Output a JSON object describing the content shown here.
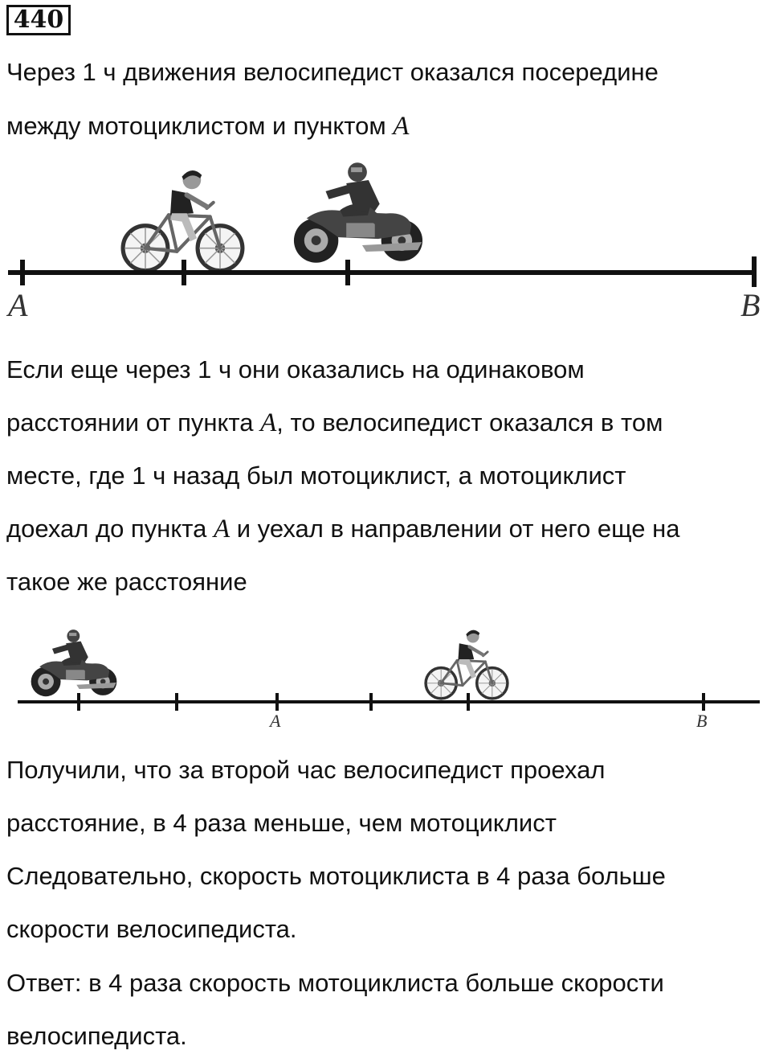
{
  "problem_number": "440",
  "para1": {
    "line1": "Через 1 ч движения велосипедист оказался посередине",
    "line2_text": "между мотоциклистом и пунктом ",
    "line2_var": "A"
  },
  "diagram1": {
    "label_left": "A",
    "label_right": "B"
  },
  "para2": {
    "line1": "Если еще через 1 ч они оказались на одинаковом",
    "line2_a": "расстоянии от пункта ",
    "line2_var": "A",
    "line2_b": ", то велосипедист оказался в том",
    "line3": "месте, где 1 ч назад был мотоциклист, а мотоциклист",
    "line4_a": "доехал до пункта ",
    "line4_var": "A",
    "line4_b": " и уехал в направлении от него еще на",
    "line5": "такое же расстояние"
  },
  "diagram2": {
    "label_a": "A",
    "label_b": "B"
  },
  "para3": {
    "line1": "Получили, что за второй час велосипедист проехал",
    "line2": "расстояние, в 4 раза меньше, чем мотоциклист",
    "line3": "Следовательно, скорость мотоциклиста в 4 раза больше",
    "line4": "скорости велосипедиста.",
    "line5": "Ответ: в 4 раза скорость мотоциклиста больше скорости",
    "line6": "велосипедиста."
  },
  "icons": {
    "cyclist": "cyclist-icon",
    "motorcyclist": "motorcyclist-icon"
  },
  "colors": {
    "text": "#111111",
    "line": "#111111"
  }
}
